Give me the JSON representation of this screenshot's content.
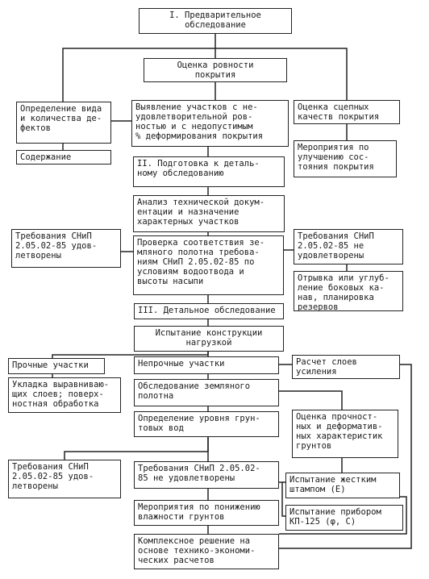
{
  "diagram": {
    "nodes": {
      "prelim": "I. Предварительное\nобследование",
      "evenness": "Оценка ровности\nпокрытия",
      "defects": "Определение вида\nи количества де-\nфектов",
      "unsatisf": "Выявление участков с не-\nудовлетворительной ров-\nностью и с недопустимым\n% деформирования покрытия",
      "adhesion": "Оценка сцепных\nкачеств покрытия",
      "maintenance": "Содержание",
      "measures_coating": "Мероприятия по\nулучшению сос-\nтояния покрытия",
      "prep_detailed": "II. Подготовка к деталь-\nному обследованию",
      "analysis": "Анализ технической докум-\nентации и назначение\nхарактерных участков",
      "snip_ok_1": "Требования СНиП\n2.05.02-85 удов-\nлетворены",
      "check_subgrade": "Проверка соответствия зе-\nмляного полотна требова-\nниям СНиП 2.05.02-85 по\nусловиям водоотвода и\nвысоты насыпи",
      "snip_fail_1": "Требования СНиП\n2.05.02-85 не\nудовлетворены",
      "ditches": "Отрывка или углуб-\nление боковых ка-\nнав, планировка\nрезервов",
      "detailed": "III. Детальное обследование",
      "load_test": "Испытание конструкции\nнагрузкой",
      "strong": "Прочные участки",
      "weak": "Непрочные участки",
      "calc_layers": "Расчет слоев\nусиления",
      "leveling": "Укладка выравниваю-\nщих слоев; поверх-\nностная обработка",
      "survey_subgrade": "Обследование земляного\nполотна",
      "groundwater": "Определение уровня грун-\nтовых вод",
      "soil_assess": "Оценка прочност-\nных и деформатив-\nных характеристик\nгрунтов",
      "snip_ok_2": "Требования СНиП\n2.05.02-85 удов-\nлетворены",
      "snip_fail_2": "Требования СНиП 2.05.02-\n85 не удовлетворены",
      "plate_test": "Испытание жестким\nштампом (E)",
      "kp_test": "Испытание прибором\nКП-125 (φ, C)",
      "humidity": "Мероприятия по понижению\nвлажности грунтов",
      "complex": "Комплексное решение на\nоснове технико-экономи-\nческих расчетов"
    }
  }
}
